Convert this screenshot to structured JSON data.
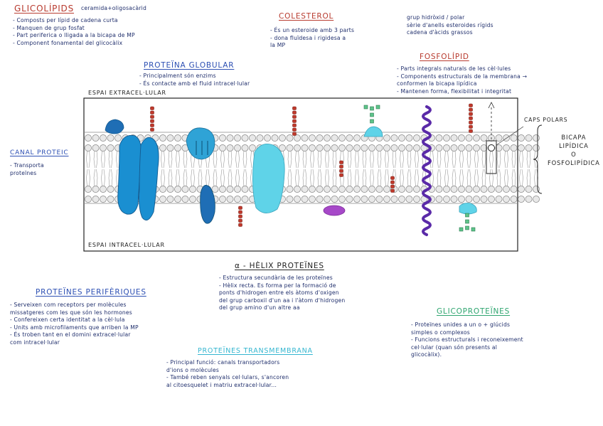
{
  "glicolipids": {
    "title": "GLICOLÍPIDS",
    "subtitle": "ceramida+oligosacàrid",
    "lines": [
      "- Composts per lípid de cadena curta",
      "- Manquen de grup fosfat",
      "- Part periferica o lligada a la bicapa de MP",
      "- Component fonamental del glicocàlix"
    ]
  },
  "colesterol": {
    "title": "COLESTEROL",
    "lines": [
      "- És un esteroide amb 3 parts",
      "- dona fluïdesa i rigidesa a",
      "  la MP"
    ],
    "side": [
      "grup hidròxid / polar",
      "sèrie d'anells esteroides rígids",
      "cadena d'àcids grassos"
    ]
  },
  "proteina_globular": {
    "title": "PROTEÏNA GLOBULAR",
    "lines": [
      "- Principalment són enzims",
      "- És contacte amb el fluid intracel·lular"
    ]
  },
  "fosfolipid": {
    "title": "FOSFOLÍPID",
    "lines": [
      "- Parts integrals naturals de les cèl·lules",
      "- Components estructurals de la membrana →",
      "  conformen la bicapa lipídica",
      "- Mantenen forma, flexibilitat i integritat"
    ]
  },
  "canal_proteic": {
    "title": "CANAL PROTEIC",
    "lines": [
      "- Transporta",
      "  proteïnes"
    ]
  },
  "diagram": {
    "extracellular": "ESPAI EXTRACEL·LULAR",
    "intracellular": "ESPAI INTRACEL·LULAR",
    "caps_polars": "CAPS POLARS",
    "bicapa": [
      "BICAPA",
      "LIPÍDICA",
      "O",
      "FOSFOLIPÍDICA"
    ]
  },
  "helix": {
    "title": "α - HÈLIX PROTEÏNES",
    "lines": [
      "- Estructura secundària de les proteïnes",
      "- Hèlix recta. Es forma per la formació de",
      "  ponts d'hidrogen entre els àtoms d'oxigen",
      "  del grup carboxil d'un aa i l'àtom d'hidrogen",
      "  del grup amino d'un altre aa"
    ]
  },
  "periferiques": {
    "title": "PROTEÏNES PERIFÈRIQUES",
    "lines": [
      "- Serveixen com receptors per molècules",
      "  missatgeres com les que són les hormones",
      "- Confereixen certa identitat a la cèl·lula",
      "- Units amb microfilaments que arriben la MP",
      "- És troben tant en el domini extracel·lular",
      "  com intracel·lular"
    ]
  },
  "transmembrana": {
    "title": "PROTEÏNES TRANSMEMBRANA",
    "lines": [
      "- Principal funció: canals transportadors",
      "  d'ions o molècules",
      "- També reben senyals cel·lulars, s'ancoren",
      "  al citoesquelet i matriu extracel·lular..."
    ]
  },
  "glicoproteines": {
    "title": "GLICOPROTEÏNES",
    "lines": [
      "- Proteïnes unides a un o + glúcids",
      "  simples o complexos",
      "- Funcions estructurals i reconeixement",
      "  cel·lular (quan són presents al",
      "  glicocàlix)."
    ]
  },
  "colors": {
    "red_heading": "#b83a2e",
    "blue_heading": "#2c4fb3",
    "cyan_heading": "#34b6d0",
    "green_heading": "#2ea56f",
    "protein_blue": "#1a8fd1",
    "protein_dark": "#1f6eb5",
    "protein_cyan": "#5fd3e8",
    "helix_purple": "#5a2aa8",
    "glyco_green": "#5ec48a",
    "carb_red": "#c0392b",
    "vesicle_purple": "#a648c8"
  }
}
